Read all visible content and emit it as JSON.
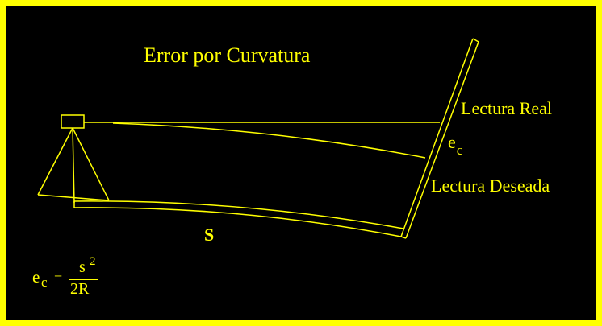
{
  "diagram": {
    "title": "Error por Curvatura",
    "label_real": "Lectura Real",
    "label_deseada": "Lectura Deseada",
    "label_distance": "S",
    "ec": {
      "base": "e",
      "subscript": "c"
    },
    "formula": {
      "lhs_base": "e",
      "lhs_subscript": "c",
      "equals": "=",
      "numerator_base": "s",
      "numerator_exponent": "2",
      "denominator": "2R"
    },
    "colors": {
      "line": "#ffff00",
      "background": "#000000",
      "border": "#ffff00"
    },
    "icons": [
      "level-instrument-icon",
      "tripod-icon",
      "leveling-rod-icon"
    ]
  }
}
